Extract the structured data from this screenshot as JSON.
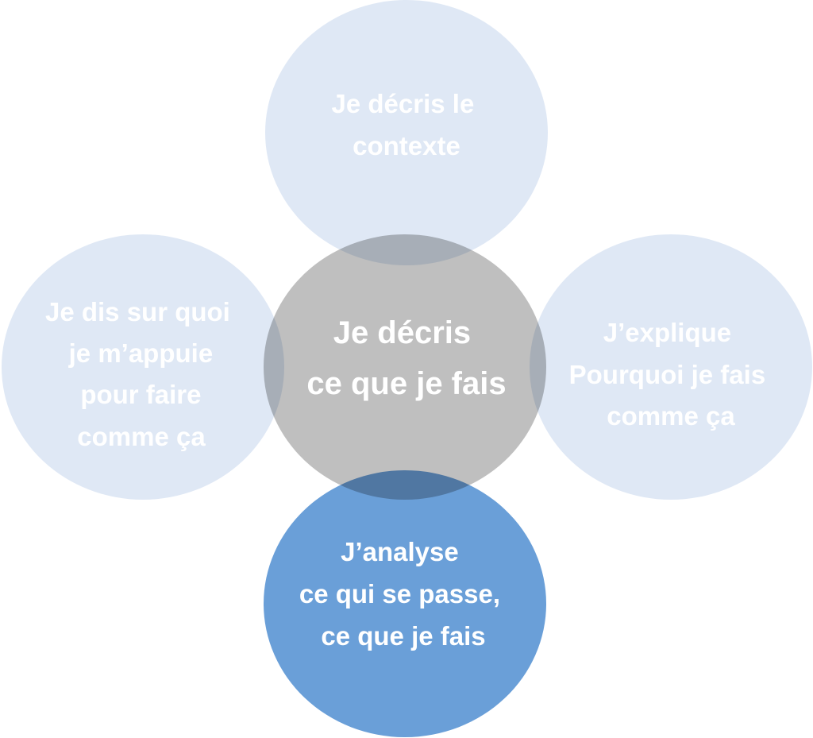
{
  "colors": {
    "light": "#dfe8f5",
    "center": "#bfbfbf",
    "accent": "#6a9fd8",
    "text": "#ffffff"
  },
  "nodes": {
    "top": {
      "lines": [
        "Je décris le",
        "contexte"
      ]
    },
    "left": {
      "lines": [
        "Je dis sur quoi",
        "je m’appuie",
        "pour faire",
        "comme ça"
      ]
    },
    "right": {
      "lines": [
        "J’explique",
        "Pourquoi je fais",
        "comme ça"
      ]
    },
    "center": {
      "lines": [
        "Je décris",
        "ce que je fais"
      ]
    },
    "bottom": {
      "lines": [
        "J’analyse",
        "ce qui se passe,",
        "ce que je fais"
      ]
    }
  }
}
